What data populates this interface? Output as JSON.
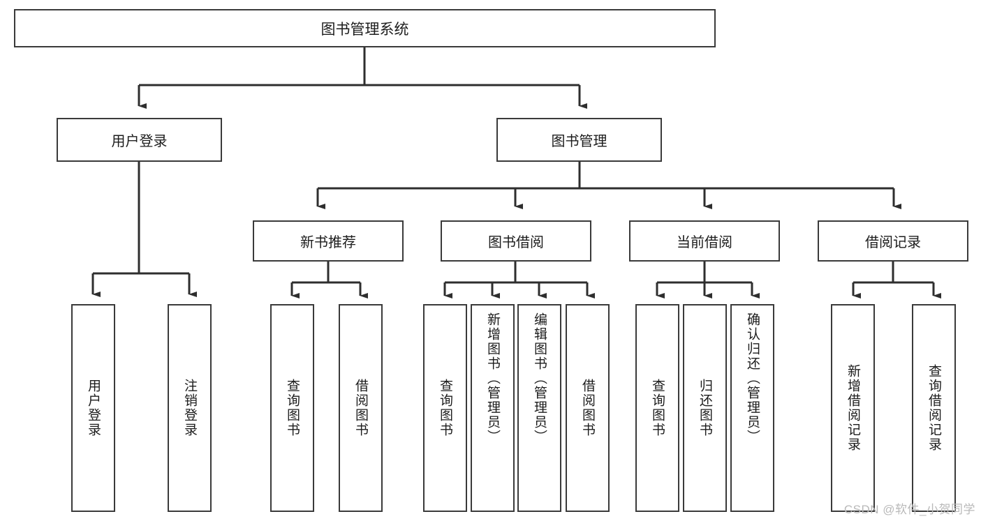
{
  "diagram": {
    "type": "tree",
    "title": "图书管理系统",
    "line_color": "#3a3a3a",
    "box_fill": "#ffffff",
    "text_color": "#1c1c1c",
    "watermark": "CSDN @软件_小贺同学",
    "nodes": {
      "root": {
        "label": "图书管理系统"
      },
      "level1": [
        {
          "label": "用户登录"
        },
        {
          "label": "图书管理"
        }
      ],
      "level2": [
        {
          "label": "新书推荐"
        },
        {
          "label": "图书借阅"
        },
        {
          "label": "当前借阅"
        },
        {
          "label": "借阅记录"
        }
      ],
      "leaves": {
        "user_login": [
          {
            "label": "用户登录"
          },
          {
            "label": "注销登录"
          }
        ],
        "new_book_recommend": [
          {
            "label": "查询图书"
          },
          {
            "label": "借阅图书"
          }
        ],
        "book_borrow": [
          {
            "label": "查询图书"
          },
          {
            "label": "新增图书（管理员）"
          },
          {
            "label": "编辑图书（管理员）"
          },
          {
            "label": "借阅图书"
          }
        ],
        "current_borrow": [
          {
            "label": "查询图书"
          },
          {
            "label": "归还图书"
          },
          {
            "label": "确认归还（管理员）"
          }
        ],
        "borrow_record": [
          {
            "label": "新增借阅记录"
          },
          {
            "label": "查询借阅记录"
          }
        ]
      }
    }
  }
}
